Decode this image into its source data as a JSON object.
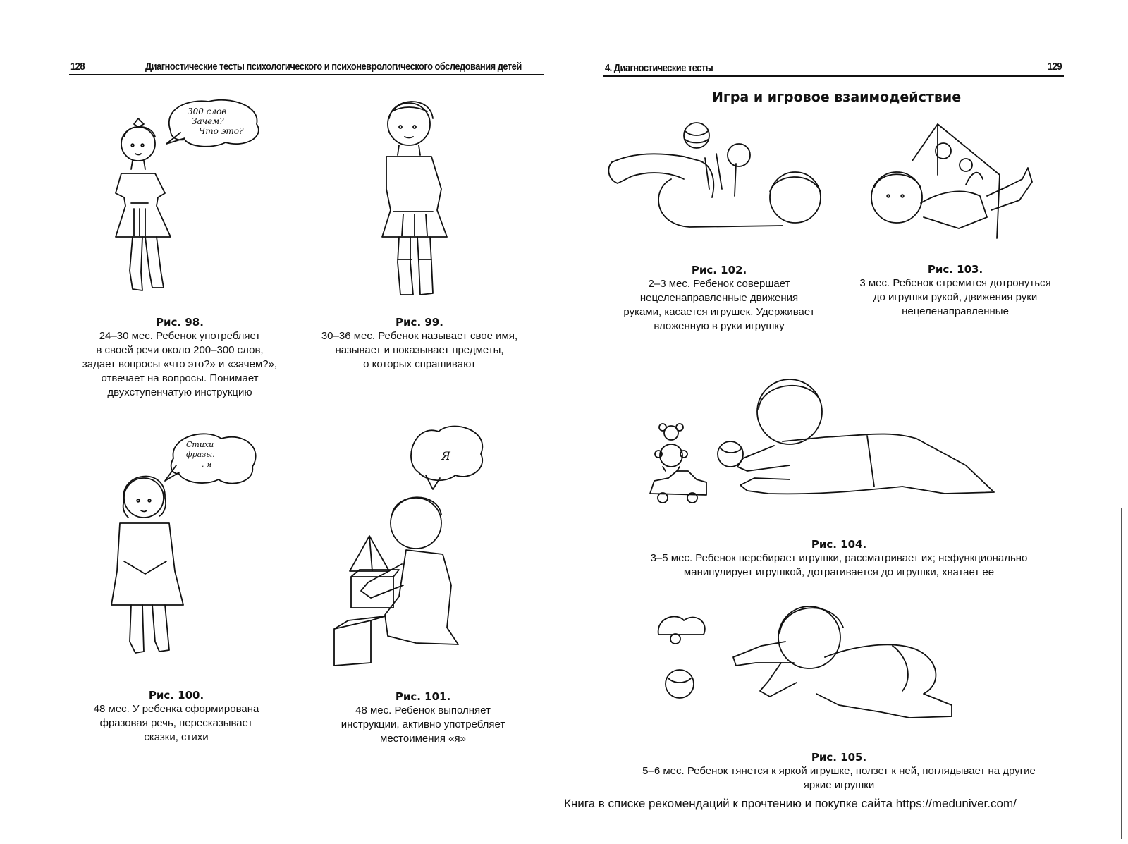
{
  "left_page": {
    "page_number": "128",
    "running_header": "Диагностические тесты психологического и психоневрологического обследования детей"
  },
  "right_page": {
    "running_header": "4. Диагностические тесты",
    "page_number": "129",
    "section_title": "Игра и игровое взаимодействие"
  },
  "speech_bubbles": {
    "fig98": [
      "300 слов",
      "Зачем?",
      "Что это?"
    ],
    "fig100": [
      "Стихи",
      "фразы.",
      ". я"
    ],
    "fig101": "Я"
  },
  "figures": [
    {
      "id": "98",
      "label": "Рис. 98.",
      "lines": [
        "24–30 мес. Ребенок употребляет",
        "в своей речи около 200–300 слов,",
        "задает вопросы «что это?» и «зачем?»,",
        "отвечает на вопросы. Понимает",
        "двухступенчатую инструкцию"
      ]
    },
    {
      "id": "99",
      "label": "Рис. 99.",
      "lines": [
        "30–36 мес. Ребенок называет свое имя,",
        "называет и показывает предметы,",
        "о которых спрашивают"
      ]
    },
    {
      "id": "100",
      "label": "Рис. 100.",
      "lines": [
        "48 мес. У ребенка сформирована",
        "фразовая речь, пересказывает",
        "сказки, стихи"
      ]
    },
    {
      "id": "101",
      "label": "Рис. 101.",
      "lines": [
        "48 мес. Ребенок выполняет",
        "инструкции, активно употребляет",
        "местоимения «я»"
      ]
    },
    {
      "id": "102",
      "label": "Рис. 102.",
      "lines": [
        "2–3 мес. Ребенок совершает",
        "нецеленаправленные движения",
        "руками, касается игрушек. Удерживает",
        "вложенную в руки игрушку"
      ]
    },
    {
      "id": "103",
      "label": "Рис. 103.",
      "lines": [
        "3 мес. Ребенок стремится дотронуться",
        "до игрушки рукой, движения руки",
        "нецеленаправленные"
      ]
    },
    {
      "id": "104",
      "label": "Рис. 104.",
      "lines": [
        "3–5 мес. Ребенок перебирает игрушки, рассматривает их; нефункционально",
        "манипулирует игрушкой, дотрагивается до игрушки, хватает ее"
      ]
    },
    {
      "id": "105",
      "label": "Рис. 105.",
      "lines": [
        "5–6 мес. Ребенок тянется к яркой игрушке, ползет к ней, поглядывает на другие",
        "яркие игрушки"
      ]
    }
  ],
  "footer": "Книга в списке рекомендаций к прочтению и покупке сайта https://meduniver.com/"
}
